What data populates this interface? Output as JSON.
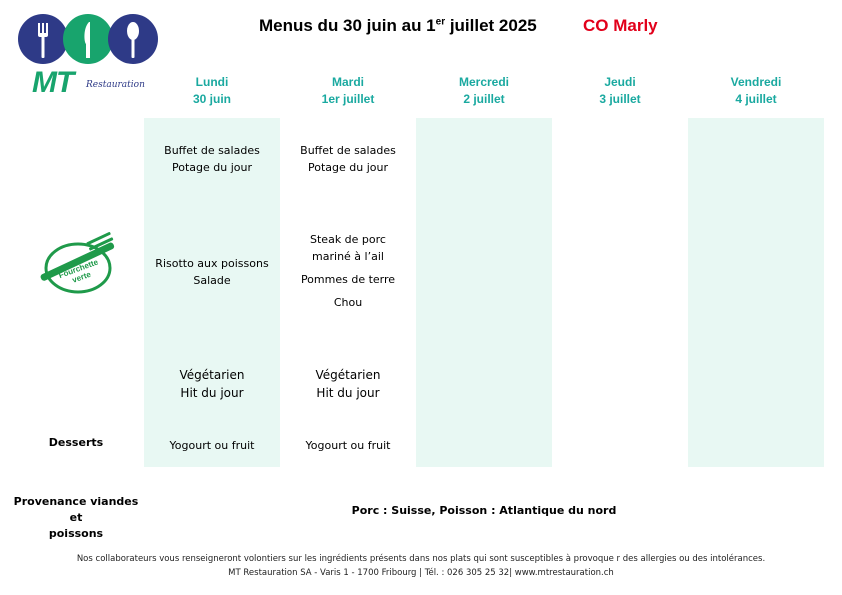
{
  "brand": {
    "logo_text": "MT",
    "logo_sub": "Restauration",
    "color_blue": "#2e3a87",
    "color_green": "#18a46d"
  },
  "header": {
    "title_a": "Menus du 30 juin au 1",
    "title_sup": "er",
    "title_b": " juillet 2025",
    "site": "CO Marly",
    "site_color": "#e2001a"
  },
  "days": [
    {
      "name": "Lundi",
      "date": "30 juin"
    },
    {
      "name": "Mardi",
      "date": "1er juillet"
    },
    {
      "name": "Mercredi",
      "date": "2 juillet"
    },
    {
      "name": "Jeudi",
      "date": "3 juillet"
    },
    {
      "name": "Vendredi",
      "date": "4 juillet"
    }
  ],
  "badge": {
    "line1": "Fourchette",
    "line2": "verte",
    "icon": "fork-icon"
  },
  "menu": {
    "monday": {
      "starter": [
        "Buffet de salades",
        "Potage du jour"
      ],
      "main": [
        "Risotto aux poissons",
        "Salade"
      ],
      "veg": [
        "Végétarien",
        "Hit du jour"
      ],
      "dessert": "Yogourt ou fruit"
    },
    "tuesday": {
      "starter": [
        "Buffet de salades",
        "Potage du jour"
      ],
      "main": [
        "Steak de porc",
        "mariné à l’ail",
        "Pommes de terre",
        "Chou"
      ],
      "veg": [
        "Végétarien",
        "Hit du jour"
      ],
      "dessert": "Yogourt ou fruit"
    }
  },
  "labels": {
    "desserts": "Desserts",
    "provenance": [
      "Provenance viandes et",
      "poissons"
    ],
    "provenance_value": "Porc : Suisse, Poisson : Atlantique du nord"
  },
  "footer": {
    "line1": "Nos collaborateurs vous renseigneront volontiers sur les ingrédients présents dans nos plats qui sont susceptibles à provoque r des allergies ou des intolérances.",
    "line2": "MT Restauration SA - Varis 1 - 1700 Fribourg | Tél. : 026 305 25 32| www.mtrestauration.ch"
  },
  "colors": {
    "header_teal": "#1aa9a0",
    "column_shade": "#e8f8f3"
  }
}
